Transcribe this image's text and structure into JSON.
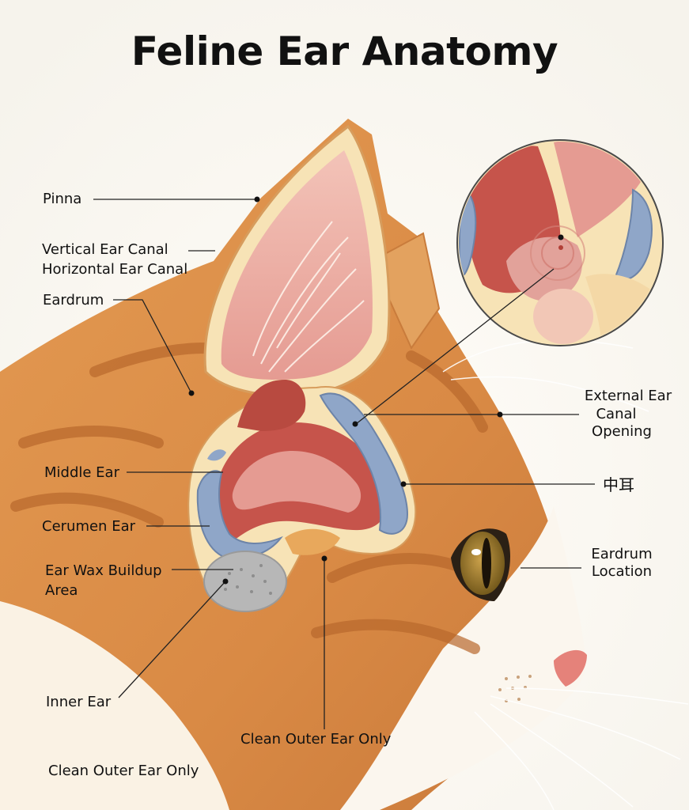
{
  "title": "Feline Ear Anatomy",
  "labels": {
    "pinna": "Pinna",
    "vertical_canal": "Vertical Ear Canal",
    "horizontal_canal": "Horizontal Ear Canal",
    "eardrum": "Eardrum",
    "middle_ear": "Middle Ear",
    "cerumen_ear": "Cerumen Ear",
    "ear_wax_line1": "Ear Wax Buildup",
    "ear_wax_line2": "Area",
    "inner_ear": "Inner Ear",
    "clean_outer_center": "Clean Outer Ear Only",
    "clean_outer_bottom": "Clean Outer Ear Only",
    "external_canal_line1": "External Ear",
    "external_canal_line2": "Canal",
    "external_canal_line3": "Opening",
    "middle_ear_cn": "中耳",
    "eardrum_location_line1": "Eardrum",
    "eardrum_location_line2": "Location"
  },
  "colors": {
    "fur_orange": "#d98a45",
    "fur_light": "#f3c98f",
    "fur_white": "#fbf6ee",
    "pinna_pink": "#eaa7a0",
    "canal_red": "#c6544b",
    "cartilage_cream": "#f7e3b6",
    "bone_blue": "#8fa6c8",
    "wax_gray": "#b7b7b7",
    "eye_amber": "#9c7a2c"
  }
}
